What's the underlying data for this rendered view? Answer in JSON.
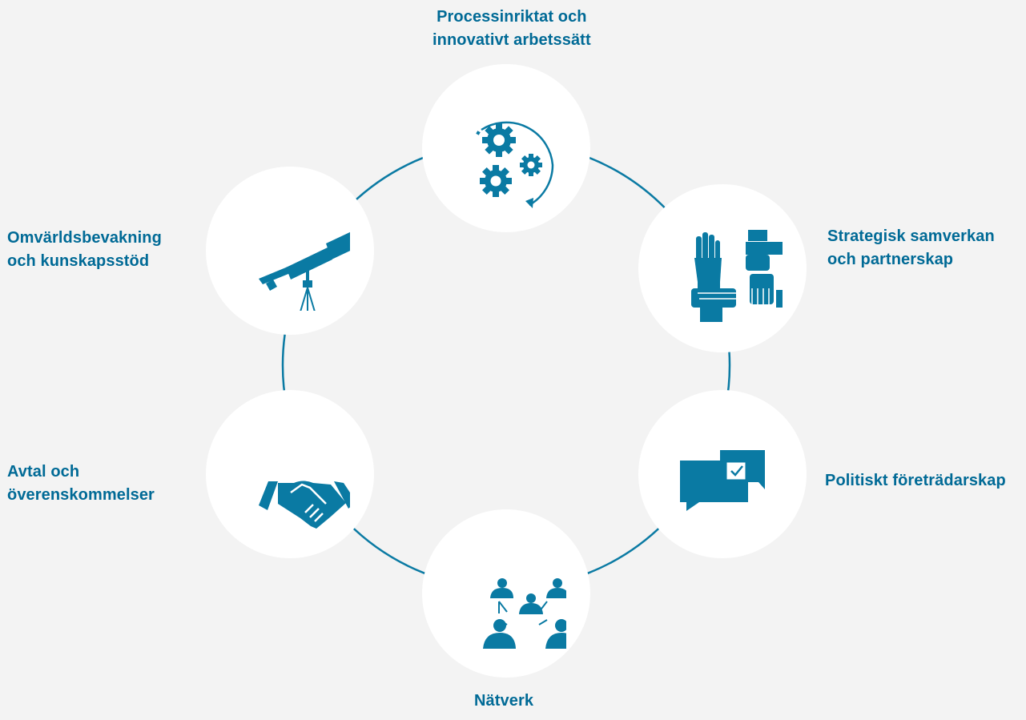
{
  "colors": {
    "background": "#f3f3f3",
    "accent": "#0a7aa3",
    "label": "#006a96",
    "node": "#ffffff"
  },
  "nodes": {
    "process": {
      "icon": "gears-cycle-icon",
      "label_line1": "Processinriktat och",
      "label_line2": "innovativt arbetssätt"
    },
    "collaboration": {
      "icon": "joined-hands-icon",
      "label_line1": "Strategisk samverkan",
      "label_line2": "och partnerskap"
    },
    "advocacy": {
      "icon": "speech-bubbles-check-icon",
      "label_line1": "Politiskt företrädarskap"
    },
    "network": {
      "icon": "network-people-icon",
      "label_line1": "Nätverk"
    },
    "agreements": {
      "icon": "handshake-icon",
      "label_line1": "Avtal och",
      "label_line2": "överenskommelser"
    },
    "monitoring": {
      "icon": "telescope-icon",
      "label_line1": "Omvärldsbevakning",
      "label_line2": "och kunskapsstöd"
    }
  }
}
